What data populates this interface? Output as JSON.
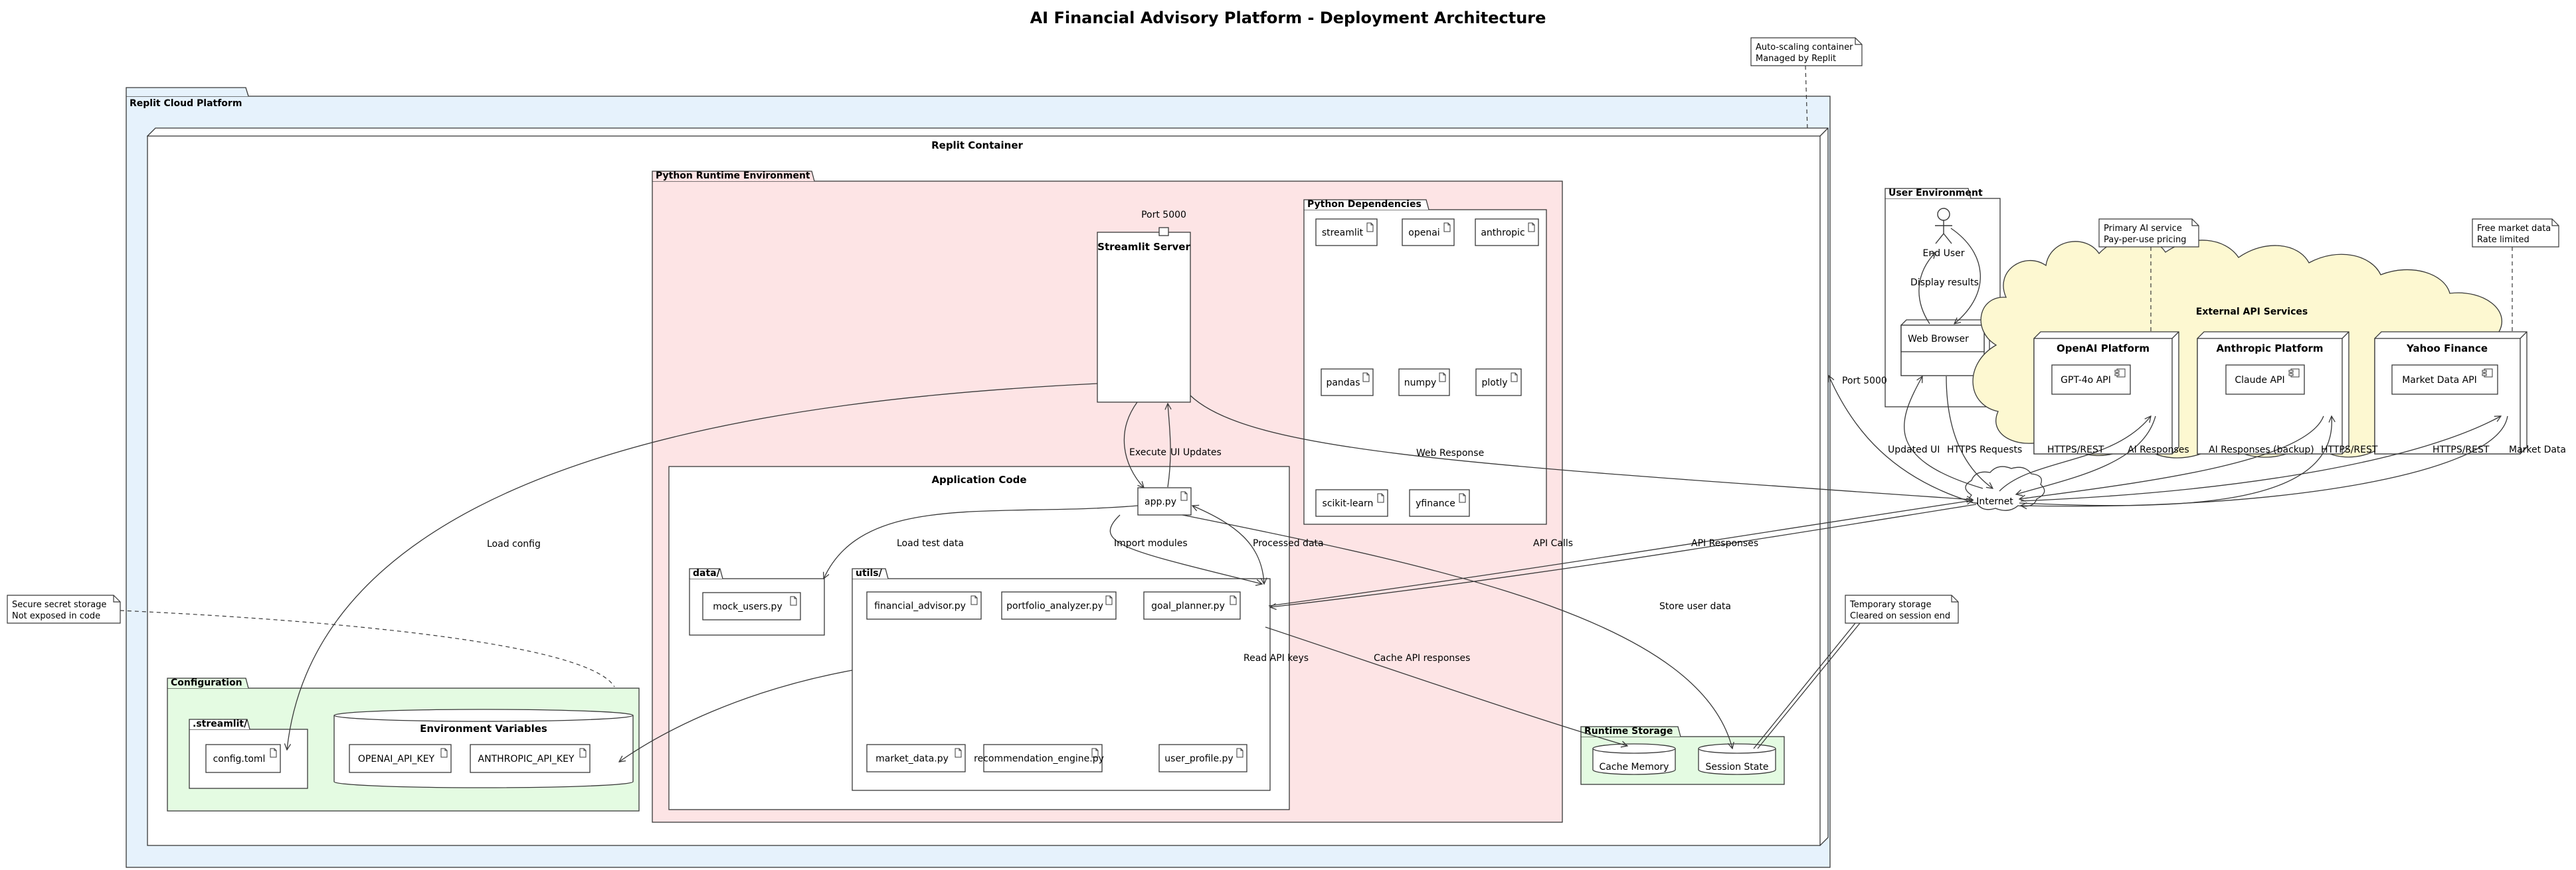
{
  "title": "AI Financial Advisory Platform - Deployment Architecture",
  "packages": {
    "replit_cloud": "Replit Cloud Platform",
    "replit_container": "Replit Container",
    "python_runtime": "Python Runtime Environment",
    "python_deps": "Python Dependencies",
    "app_code": "Application Code",
    "data_dir": "data/",
    "utils_dir": "utils/",
    "configuration": "Configuration",
    "streamlit_dir": ".streamlit/",
    "env_vars": "Environment Variables",
    "runtime_storage": "Runtime Storage",
    "user_env": "User Environment",
    "external_apis": "External API Services",
    "openai_platform": "OpenAI Platform",
    "anthropic_platform": "Anthropic Platform",
    "yahoo_finance": "Yahoo Finance"
  },
  "streamlit": {
    "name": "Streamlit Server",
    "port": "Port 5000"
  },
  "dependencies": [
    "streamlit",
    "openai",
    "anthropic",
    "pandas",
    "numpy",
    "plotly",
    "scikit-learn",
    "yfinance"
  ],
  "files": {
    "app": "app.py",
    "mock_users": "mock_users.py",
    "utils": [
      "financial_advisor.py",
      "portfolio_analyzer.py",
      "goal_planner.py",
      "market_data.py",
      "recommendation_engine.py",
      "user_profile.py"
    ],
    "config_toml": "config.toml"
  },
  "env_keys": [
    "OPENAI_API_KEY",
    "ANTHROPIC_API_KEY"
  ],
  "storage": {
    "cache": "Cache Memory",
    "session": "Session State"
  },
  "user": {
    "actor": "End User",
    "browser": "Web Browser",
    "internet": "Internet"
  },
  "apis": {
    "gpt": "GPT-4o API",
    "claude": "Claude API",
    "market": "Market Data API"
  },
  "edges": {
    "execute": "Execute",
    "ui_updates": "UI Updates",
    "web_response": "Web Response",
    "load_config": "Load config",
    "load_test_data": "Load test data",
    "import_modules": "Import modules",
    "processed_data": "Processed data",
    "store_user_data": "Store user data",
    "read_api_keys": "Read API keys",
    "cache_api": "Cache API responses",
    "api_calls": "API Calls",
    "api_responses": "API Responses",
    "port_5000": "Port 5000",
    "display_results": "Display results",
    "updated_ui": "Updated UI",
    "https_requests": "HTTPS Requests",
    "https_rest_1": "HTTPS/REST",
    "ai_responses": "AI Responses",
    "ai_responses_backup": "AI Responses (backup)",
    "https_rest_2": "HTTPS/REST",
    "https_rest_3": "HTTPS/REST",
    "market_data": "Market Data"
  },
  "notes": {
    "autoscale": [
      "Auto-scaling container",
      "Managed by Replit"
    ],
    "secret": [
      "Secure secret storage",
      "Not exposed in code"
    ],
    "temp": [
      "Temporary storage",
      "Cleared on session end"
    ],
    "primary_ai": [
      "Primary AI service",
      "Pay-per-use pricing"
    ],
    "free_market": [
      "Free market data",
      "Rate limited"
    ]
  }
}
